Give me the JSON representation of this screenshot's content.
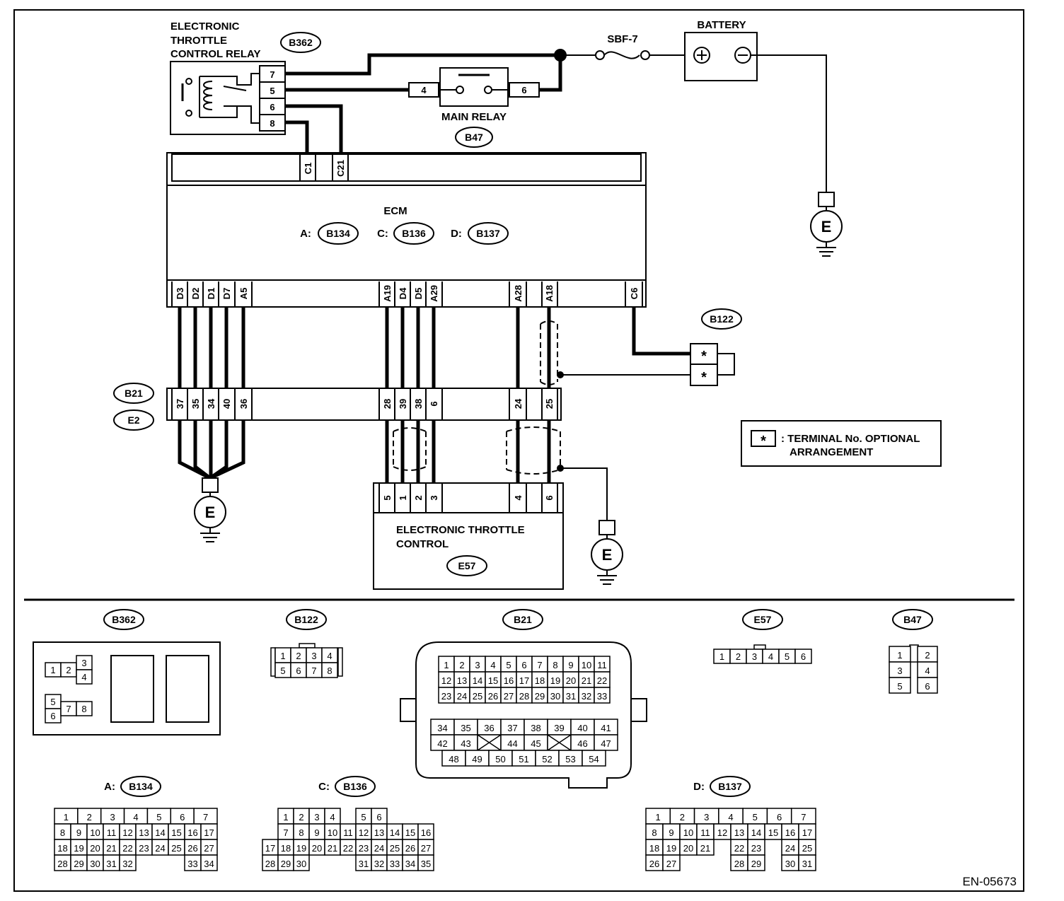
{
  "relay": {
    "title": [
      "ELECTRONIC",
      "THROTTLE",
      "CONTROL RELAY"
    ],
    "code": "B362",
    "pins": [
      "7",
      "5",
      "6",
      "8"
    ]
  },
  "fuse": {
    "label": "SBF-7"
  },
  "battery": {
    "label": "BATTERY",
    "plus": "⊕",
    "minus": "⊖"
  },
  "main_relay": {
    "label": "MAIN RELAY",
    "code": "B47",
    "pin_left": "4",
    "pin_right": "6"
  },
  "ecm": {
    "label": "ECM",
    "connectors": [
      {
        "prefix": "A:",
        "code": "B134"
      },
      {
        "prefix": "C:",
        "code": "B136"
      },
      {
        "prefix": "D:",
        "code": "B137"
      }
    ],
    "top_pins": [
      "C1",
      "C21"
    ],
    "bottom_pins": [
      "D3",
      "D2",
      "D1",
      "D7",
      "A5",
      "A19",
      "D4",
      "D5",
      "A29",
      "A28",
      "A18",
      "C6"
    ]
  },
  "b122": {
    "code": "B122",
    "terminals": [
      "*",
      "*"
    ]
  },
  "joint": {
    "codes": [
      "B21",
      "E2"
    ],
    "pins": [
      "37",
      "35",
      "34",
      "40",
      "36",
      "28",
      "39",
      "38",
      "6",
      "24",
      "25"
    ]
  },
  "throttle": {
    "title": [
      "ELECTRONIC THROTTLE",
      "CONTROL"
    ],
    "code": "E57",
    "pins": [
      "5",
      "1",
      "2",
      "3",
      "4",
      "6"
    ]
  },
  "ground_label": "E",
  "legend": {
    "star": "*",
    "text_line1": ": TERMINAL No. OPTIONAL",
    "text_line2": "ARRANGEMENT"
  },
  "connector_views": {
    "b362": {
      "code": "B362",
      "pins": [
        "1",
        "2",
        "3",
        "4",
        "5",
        "6",
        "7",
        "8"
      ]
    },
    "b122": {
      "code": "B122",
      "rows": [
        [
          "1",
          "2",
          "3",
          "4"
        ],
        [
          "5",
          "6",
          "7",
          "8"
        ]
      ]
    },
    "b21": {
      "code": "B21",
      "upper_rows": [
        [
          "1",
          "2",
          "3",
          "4",
          "5",
          "6",
          "7",
          "8",
          "9",
          "10",
          "11"
        ],
        [
          "12",
          "13",
          "14",
          "15",
          "16",
          "17",
          "18",
          "19",
          "20",
          "21",
          "22"
        ],
        [
          "23",
          "24",
          "25",
          "26",
          "27",
          "28",
          "29",
          "30",
          "31",
          "32",
          "33"
        ]
      ],
      "lower_rows": [
        [
          "34",
          "35",
          "36",
          "37",
          "38",
          "39",
          "40",
          "41"
        ],
        [
          "42",
          "43",
          "",
          "44",
          "45",
          "",
          "46",
          "47"
        ],
        [
          "48",
          "49",
          "50",
          "51",
          "52",
          "53",
          "54"
        ]
      ]
    },
    "e57": {
      "code": "E57",
      "pins": [
        "1",
        "2",
        "3",
        "4",
        "5",
        "6"
      ]
    },
    "b47": {
      "code": "B47",
      "rows": [
        [
          "1",
          "2"
        ],
        [
          "3",
          "4"
        ],
        [
          "5",
          "6"
        ]
      ]
    },
    "b134": {
      "prefix": "A:",
      "code": "B134",
      "rows": [
        [
          "1",
          "2",
          "3",
          "4",
          "5",
          "6",
          "7"
        ],
        [
          "8",
          "9",
          "10",
          "11",
          "12",
          "13",
          "14",
          "15",
          "16",
          "17"
        ],
        [
          "18",
          "19",
          "20",
          "21",
          "22",
          "23",
          "24",
          "25",
          "26",
          "27"
        ],
        [
          "28",
          "29",
          "30",
          "31",
          "32",
          "",
          "",
          "",
          "33",
          "34"
        ]
      ]
    },
    "b136": {
      "prefix": "C:",
      "code": "B136",
      "rows": [
        [
          "",
          "1",
          "2",
          "3",
          "4",
          "",
          "5",
          "6"
        ],
        [
          "",
          "7",
          "8",
          "9",
          "10",
          "11",
          "12",
          "13",
          "14",
          "15",
          "16"
        ],
        [
          "17",
          "18",
          "19",
          "20",
          "21",
          "22",
          "23",
          "24",
          "25",
          "26",
          "27"
        ],
        [
          "28",
          "29",
          "30",
          "",
          "",
          "",
          "31",
          "32",
          "33",
          "34",
          "35"
        ]
      ]
    },
    "b137": {
      "prefix": "D:",
      "code": "B137",
      "rows": [
        [
          "1",
          "2",
          "3",
          "4",
          "5",
          "6",
          "7"
        ],
        [
          "8",
          "9",
          "10",
          "11",
          "12",
          "13",
          "14",
          "15",
          "16",
          "17"
        ],
        [
          "18",
          "19",
          "20",
          "21",
          "",
          "22",
          "23",
          "",
          "24",
          "25"
        ],
        [
          "26",
          "27",
          "",
          "",
          "",
          "28",
          "29",
          "",
          "30",
          "31"
        ]
      ]
    }
  },
  "doc_id": "EN-05673"
}
